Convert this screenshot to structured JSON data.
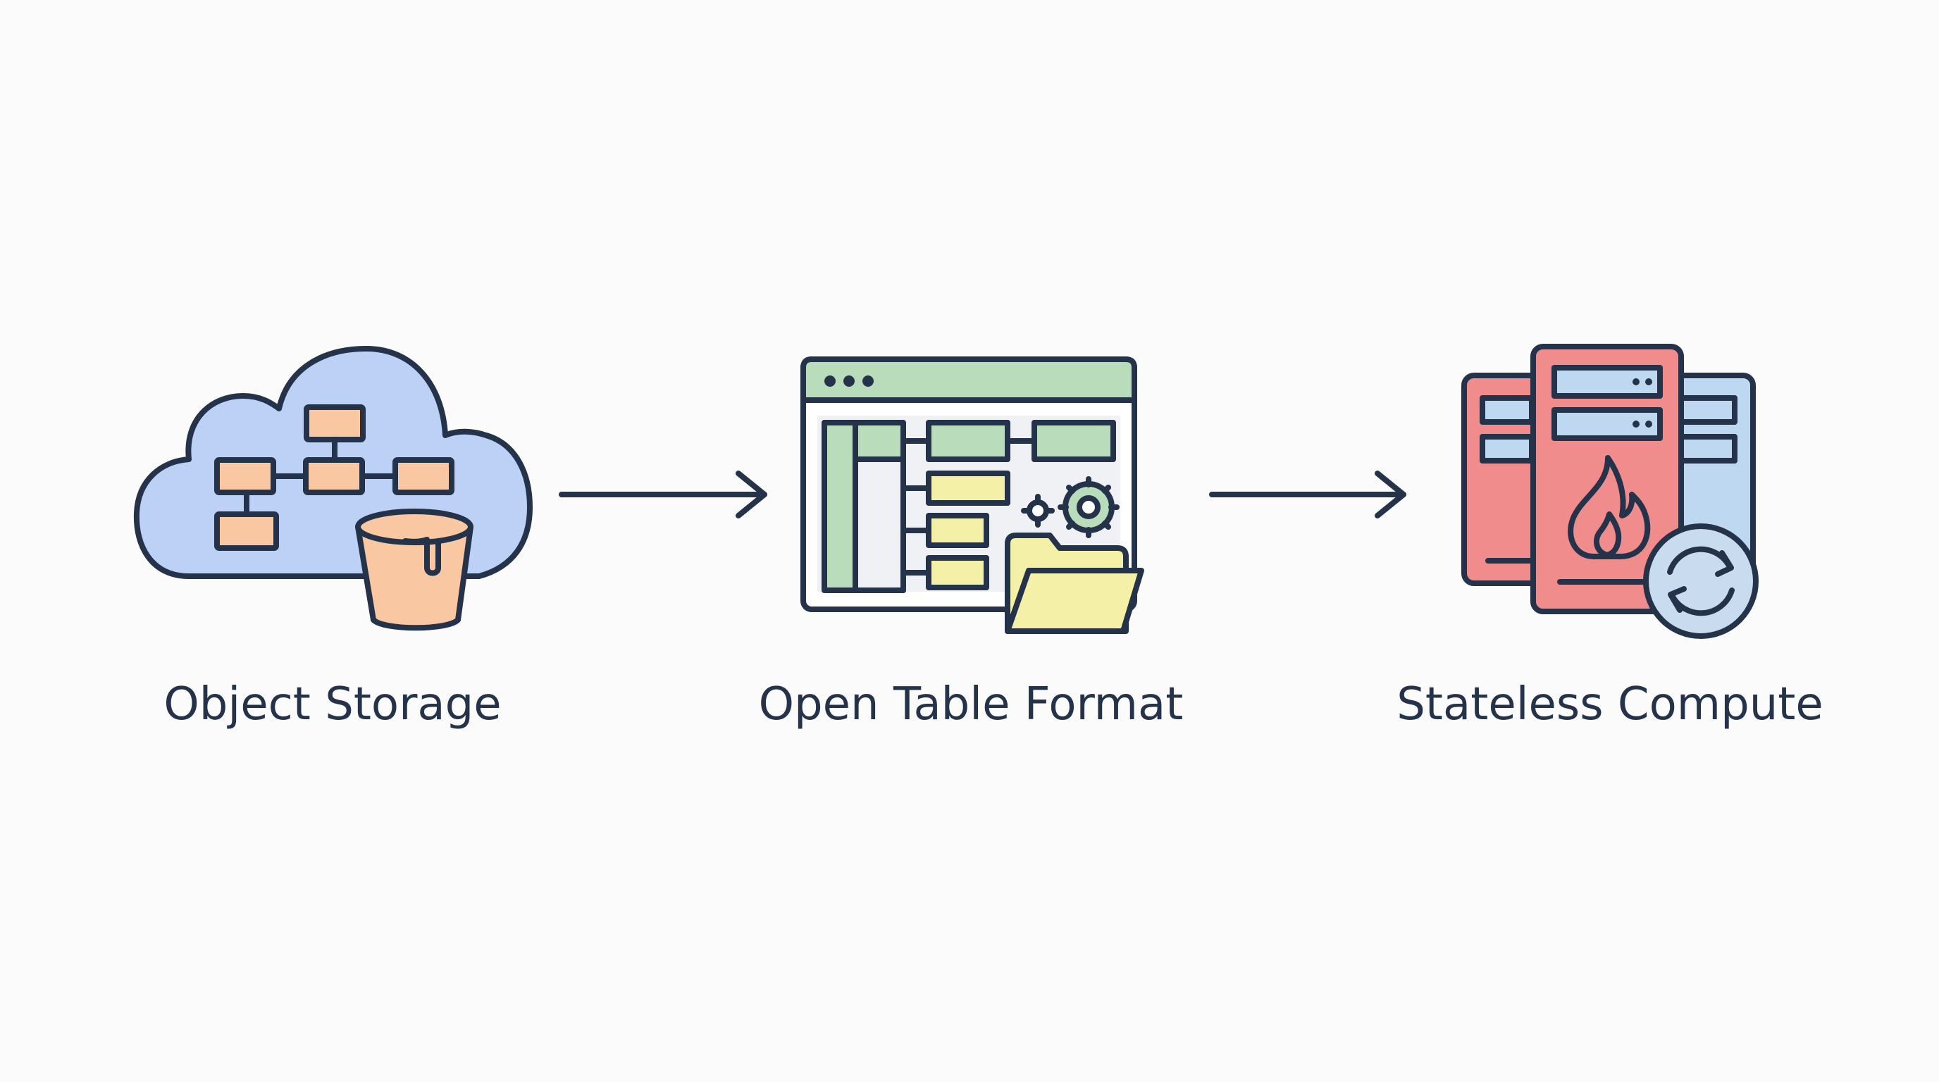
{
  "colors": {
    "background": "#fbfbfb",
    "stroke": "#243349",
    "cloud_fill": "#bcd1f5",
    "storage_box_fill": "#f9c7a1",
    "bucket_fill": "#f9c7a1",
    "table_header_fill": "#b9ddbb",
    "table_body_fill": "#f0f1f4",
    "table_cell_fill": "#f5f0a8",
    "folder_fill": "#f5f0a8",
    "gear_fill": "#b9ddbb",
    "server_red_fill": "#f08c8c",
    "server_blue_fill": "#bfd8f2",
    "refresh_fill": "#c9dcef"
  },
  "nodes": [
    {
      "id": "object-storage",
      "label": "Object Storage",
      "icon": "cloud-bucket-icon"
    },
    {
      "id": "open-table-format",
      "label": "Open Table Format",
      "icon": "table-folder-gear-icon"
    },
    {
      "id": "stateless-compute",
      "label": "Stateless Compute",
      "icon": "servers-flame-refresh-icon"
    }
  ],
  "edges": [
    {
      "from": "object-storage",
      "to": "open-table-format"
    },
    {
      "from": "open-table-format",
      "to": "stateless-compute"
    }
  ]
}
